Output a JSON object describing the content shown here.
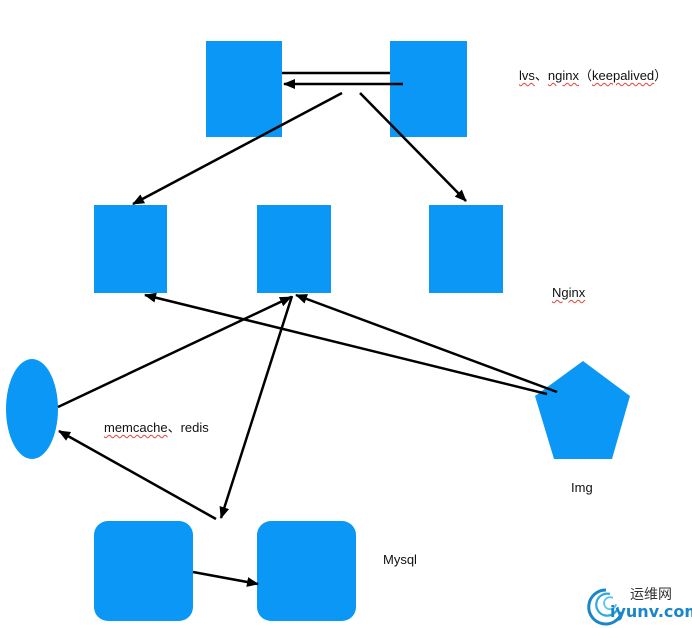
{
  "labels": {
    "lb_part1": "lvs",
    "lb_sep": "、",
    "lb_part2": "nginx",
    "lb_part3": "（",
    "lb_part4": "keepalived",
    "lb_part5": "）",
    "nginx": "Nginx",
    "cache_part1": "memcache",
    "cache_sep": "、",
    "cache_part2": "redis",
    "img": "Img",
    "mysql": "Mysql"
  },
  "watermark": {
    "cn": "运维网",
    "domain": "iyunv.com"
  },
  "colors": {
    "node": "#0a97f5",
    "arrow": "#000000",
    "watermark": "#1a86c9"
  }
}
